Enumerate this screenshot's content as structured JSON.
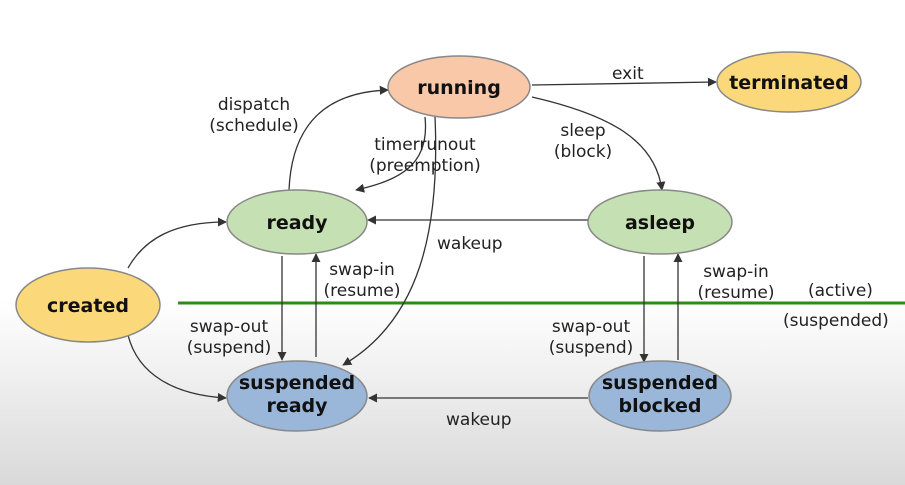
{
  "states": {
    "running": "running",
    "terminated": "terminated",
    "ready": "ready",
    "asleep": "asleep",
    "created": "created",
    "suspended_ready": [
      "suspended",
      "ready"
    ],
    "suspended_blocked": [
      "suspended",
      "blocked"
    ]
  },
  "transitions": {
    "exit": "exit",
    "dispatch": [
      "dispatch",
      "(schedule)"
    ],
    "sleep": [
      "sleep",
      "(block)"
    ],
    "timerrunout": [
      "timerrunout",
      "(preemption)"
    ],
    "wakeup_top": "wakeup",
    "swap_in_left": [
      "swap-in",
      "(resume)"
    ],
    "swap_in_right": [
      "swap-in",
      "(resume)"
    ],
    "swap_out_left": [
      "swap-out",
      "(suspend)"
    ],
    "swap_out_right": [
      "swap-out",
      "(suspend)"
    ],
    "wakeup_bottom": "wakeup"
  },
  "divider": {
    "above": "(active)",
    "below": "(suspended)"
  },
  "colors": {
    "running": "#f8c8a8",
    "terminated": "#fbd97a",
    "ready": "#c5e0b2",
    "asleep": "#c5e0b2",
    "created": "#fbd97a",
    "suspended": "#9ab6d8",
    "divider": "#2f8a1c"
  }
}
